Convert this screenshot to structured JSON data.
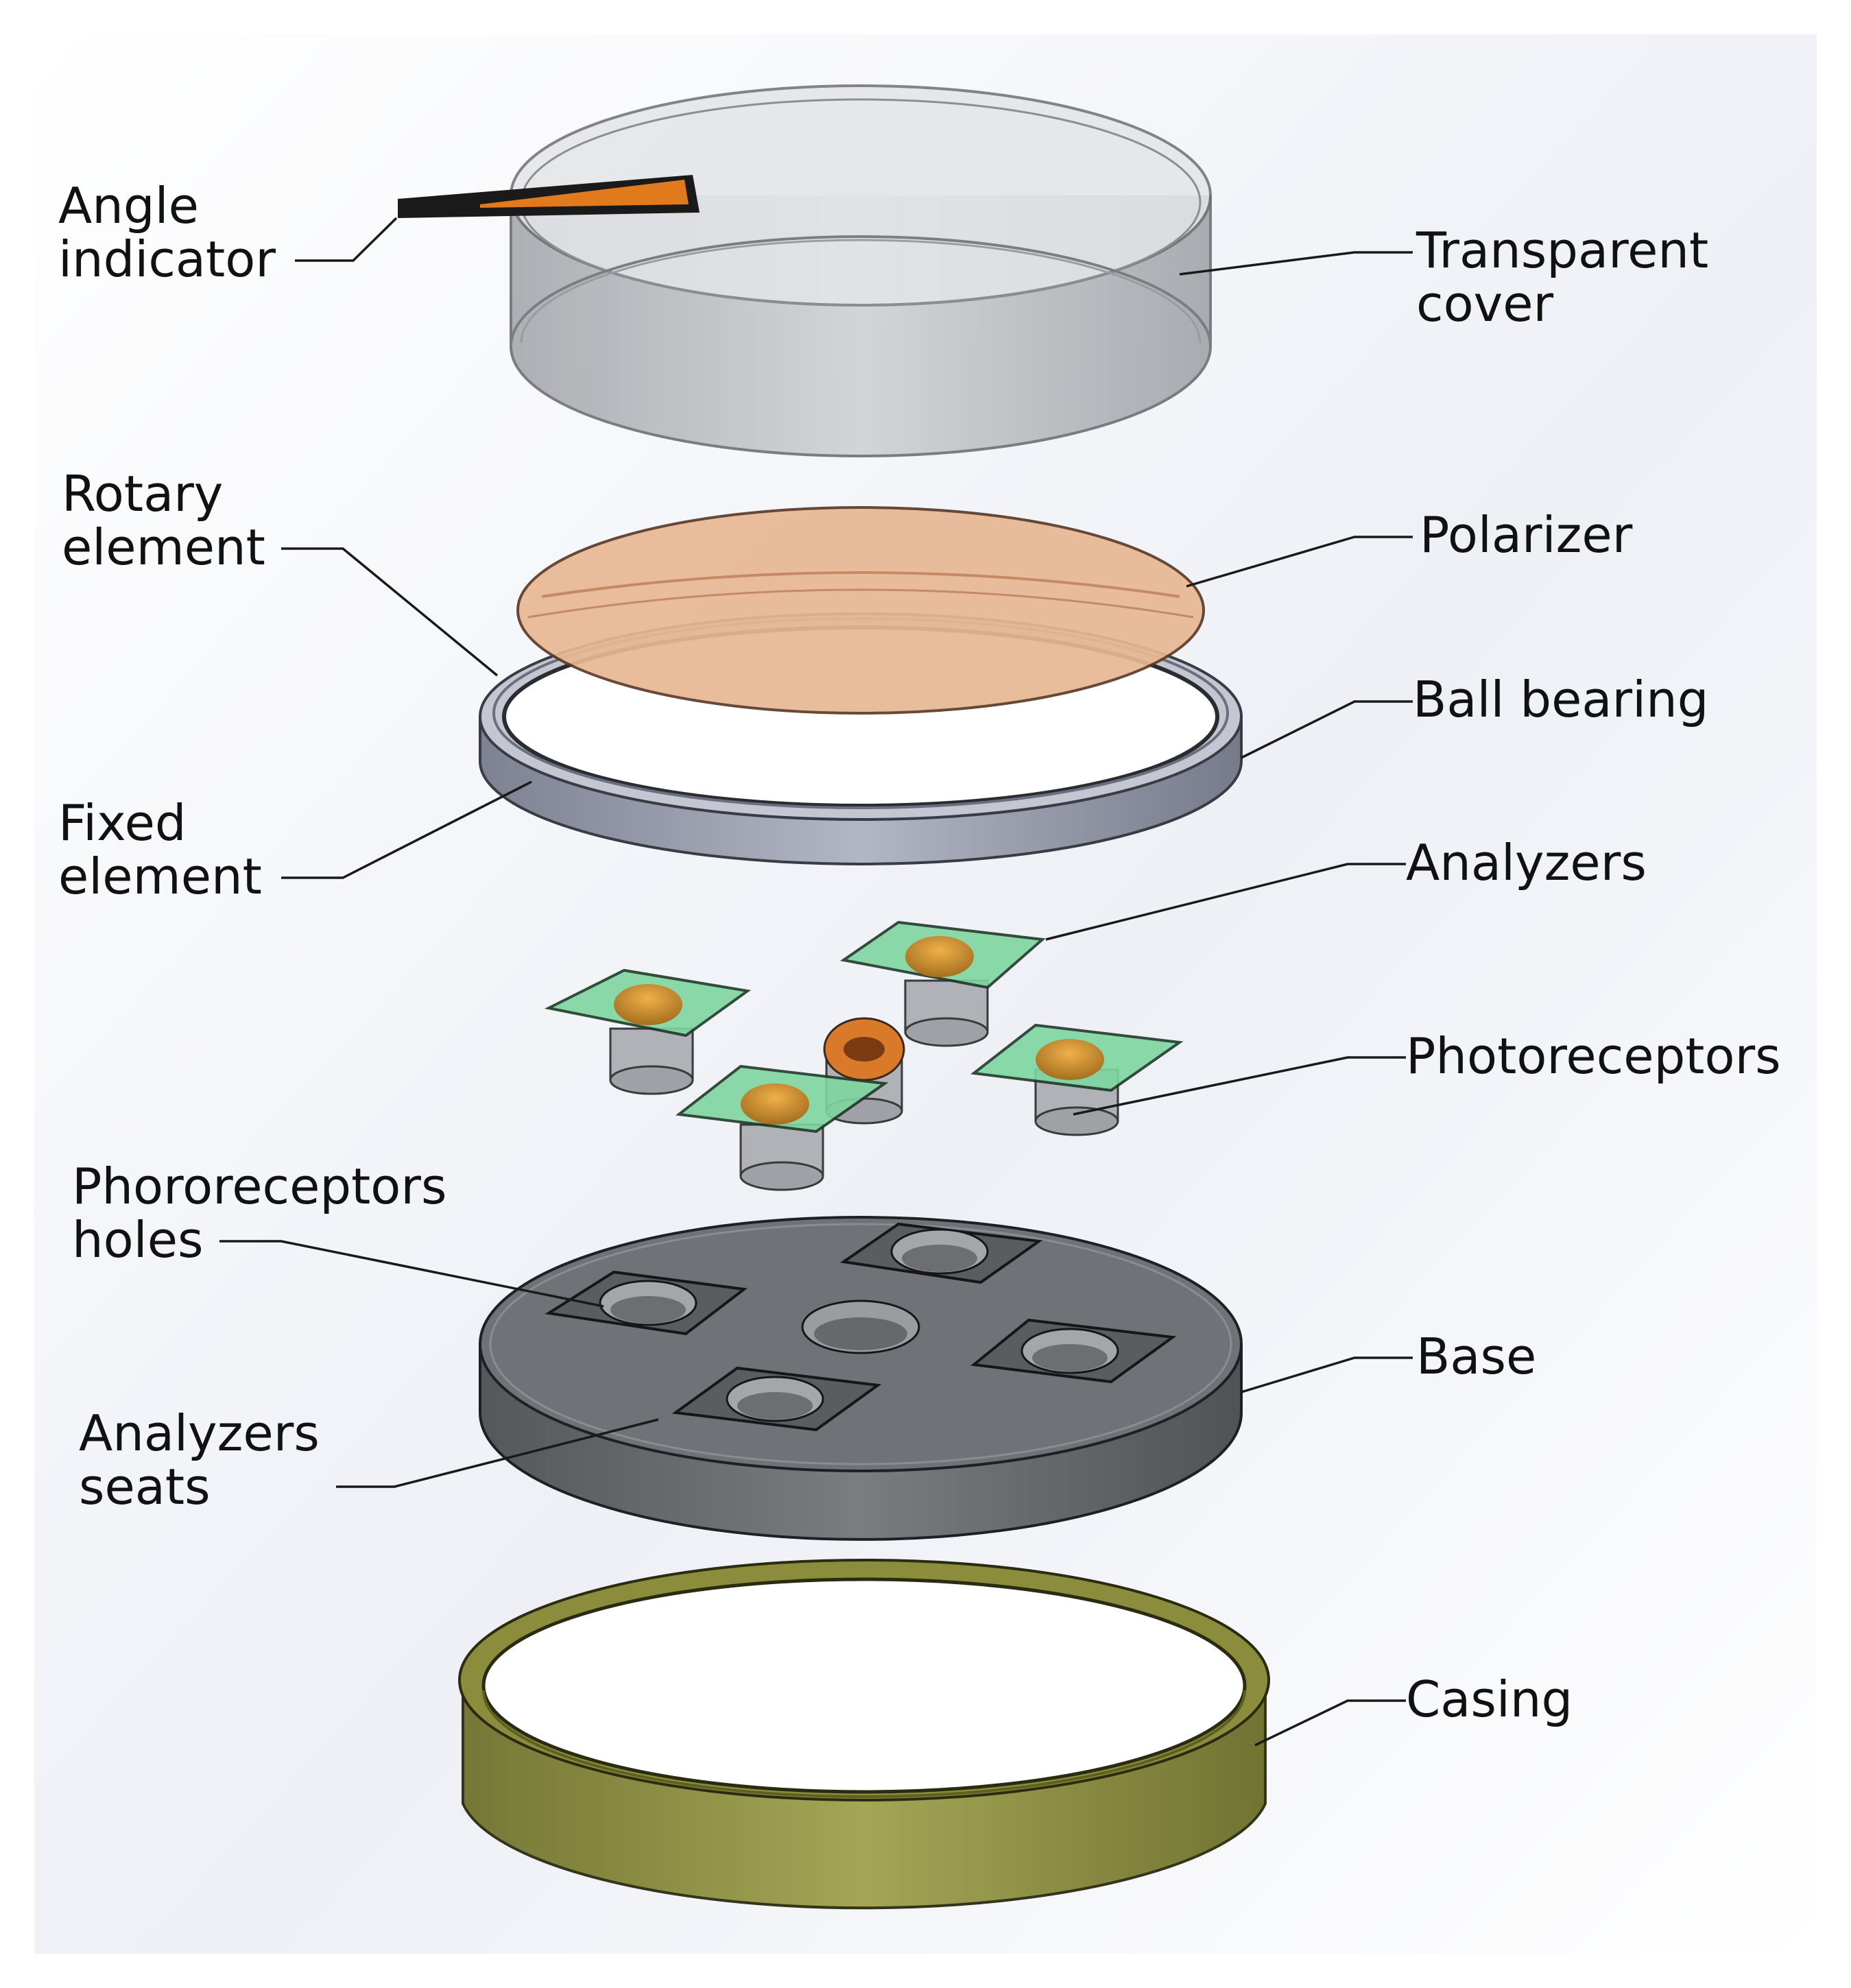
{
  "labels": {
    "angle_indicator": [
      "Angle",
      "indicator"
    ],
    "transparent_cover": [
      "Transparent",
      "cover"
    ],
    "rotary_element": [
      "Rotary",
      "element"
    ],
    "polarizer": [
      "Polarizer"
    ],
    "ball_bearing": [
      "Ball bearing"
    ],
    "fixed_element": [
      "Fixed",
      "element"
    ],
    "analyzers": [
      "Analyzers"
    ],
    "photoreceptors": [
      "Photoreceptors"
    ],
    "photoreceptor_holes": [
      "Phororeceptors",
      "holes"
    ],
    "base": [
      "Base"
    ],
    "analyzers_seats": [
      "Analyzers",
      "seats"
    ],
    "casing": [
      "Casing"
    ]
  },
  "colors": {
    "cover": "#b9bbbf",
    "polarizer": "#e8b894",
    "bearing": "#9a9eae",
    "analyzer_film": "#7fd6a0",
    "photoreceptor_dome": "#c98c2c",
    "photoreceptor_body": "#b0b2b8",
    "base": "#707277",
    "casing": "#8b8d3c",
    "indicator": "#e07a1c"
  }
}
